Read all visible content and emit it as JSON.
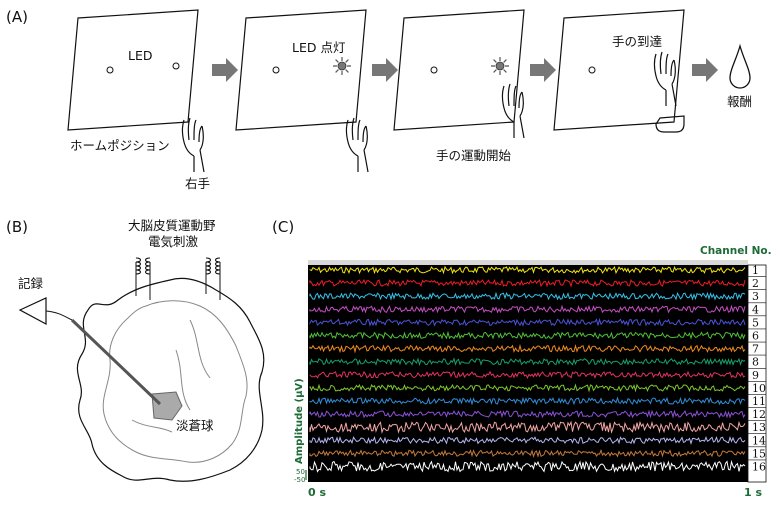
{
  "panel_a": {
    "label": "(A)",
    "led_label_1": "LED",
    "led_label_2": "LED 点灯",
    "reach_label": "手の到達",
    "home_label": "ホームポジション",
    "right_hand_label": "右手",
    "movement_label": "手の運動開始",
    "reward_label": "報酬"
  },
  "panel_b": {
    "label": "(B)",
    "stim_label_1": "大脳皮質運動野",
    "stim_label_2": "電気刺激",
    "record_label": "記録",
    "gp_label": "淡蒼球"
  },
  "panel_c": {
    "label": "(C)",
    "channel_header": "Channel No.",
    "ylabel": "Amplitude (μV)",
    "scale_top": "50",
    "scale_bottom": "-50",
    "x_start": "0 s",
    "x_end": "1 s",
    "channels": [
      "1",
      "2",
      "3",
      "4",
      "5",
      "6",
      "7",
      "8",
      "9",
      "10",
      "11",
      "12",
      "13",
      "14",
      "15",
      "16"
    ],
    "trace_colors": [
      "#f5e50a",
      "#ee1c24",
      "#36c1e8",
      "#c64fc4",
      "#4c52d8",
      "#4fc13a",
      "#f08a1e",
      "#16a06a",
      "#e0345e",
      "#7fc62e",
      "#2f8fd8",
      "#8a52d8",
      "#f2a6a6",
      "#b7b7f5",
      "#c47a3c",
      "#ffffff"
    ]
  }
}
